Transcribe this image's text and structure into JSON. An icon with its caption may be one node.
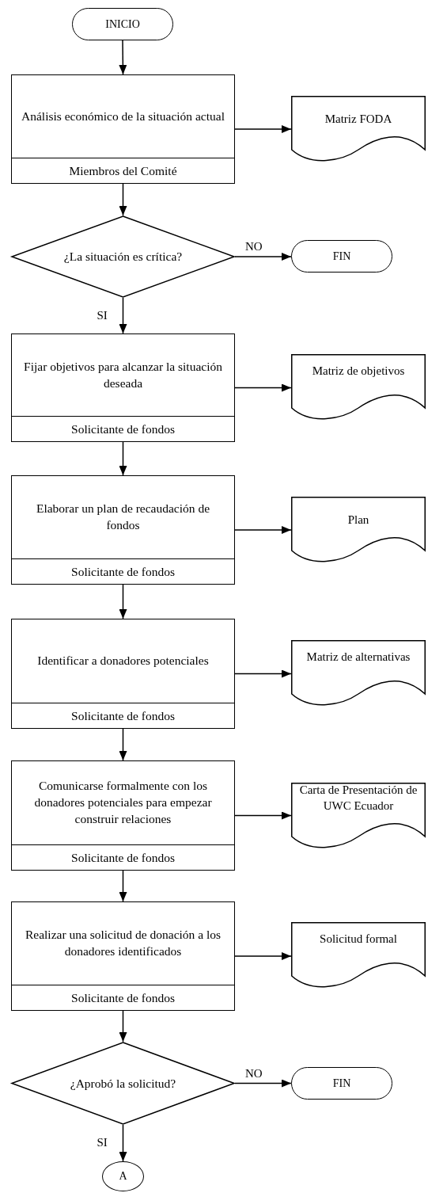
{
  "diagram": {
    "nodes": [
      {
        "text": [
          "INICIO"
        ]
      },
      {
        "text": [
          "Análisis económico de la situación actual",
          "Miembros del Comité"
        ]
      },
      {
        "text": [
          "Matriz FODA"
        ]
      },
      {
        "text": [
          "¿La situación es crítica?"
        ]
      },
      {
        "text": [
          "FIN"
        ]
      },
      {
        "text": [
          "Fijar objetivos para alcanzar la situación deseada",
          "Solicitante de fondos"
        ]
      },
      {
        "text": [
          "Matriz de objetivos"
        ]
      },
      {
        "text": [
          "Elaborar un plan de recaudación de fondos",
          "Solicitante de fondos"
        ]
      },
      {
        "text": [
          "Plan"
        ]
      },
      {
        "text": [
          "Identificar a donadores potenciales",
          "Solicitante de fondos"
        ]
      },
      {
        "text": [
          "Matriz de alternativas"
        ]
      },
      {
        "text": [
          "Comunicarse formalmente con los donadores potenciales para empezar construir relaciones",
          "Solicitante de fondos"
        ]
      },
      {
        "text": [
          "Carta de Presentación de UWC Ecuador"
        ]
      },
      {
        "text": [
          "Realizar una solicitud de donación a los donadores identificados",
          "Solicitante de fondos"
        ]
      },
      {
        "text": [
          "Solicitud formal"
        ]
      },
      {
        "text": [
          "¿Aprobó la solicitud?"
        ]
      },
      {
        "text": [
          "FIN"
        ]
      },
      {
        "text": [
          "A"
        ]
      }
    ],
    "edges": [
      {
        "from": 0,
        "to": 1,
        "arrow": "to"
      },
      {
        "from": 1,
        "to": 2,
        "arrow": "to"
      },
      {
        "from": 1,
        "to": 3,
        "arrow": "to"
      },
      {
        "from": 3,
        "to": 4,
        "arrow": "to",
        "label": "NO"
      },
      {
        "from": 3,
        "to": 5,
        "arrow": "to",
        "label": "SI"
      },
      {
        "from": 5,
        "to": 6,
        "arrow": "to"
      },
      {
        "from": 5,
        "to": 7,
        "arrow": "to"
      },
      {
        "from": 7,
        "to": 8,
        "arrow": "to"
      },
      {
        "from": 7,
        "to": 9,
        "arrow": "to"
      },
      {
        "from": 9,
        "to": 10,
        "arrow": "to"
      },
      {
        "from": 9,
        "to": 11,
        "arrow": "to"
      },
      {
        "from": 11,
        "to": 12,
        "arrow": "to"
      },
      {
        "from": 11,
        "to": 13,
        "arrow": "to"
      },
      {
        "from": 13,
        "to": 14,
        "arrow": "to"
      },
      {
        "from": 13,
        "to": 15,
        "arrow": "to"
      },
      {
        "from": 15,
        "to": 16,
        "arrow": "to",
        "label": "NO"
      },
      {
        "from": 15,
        "to": 17,
        "arrow": "to",
        "label": "SI"
      }
    ]
  }
}
